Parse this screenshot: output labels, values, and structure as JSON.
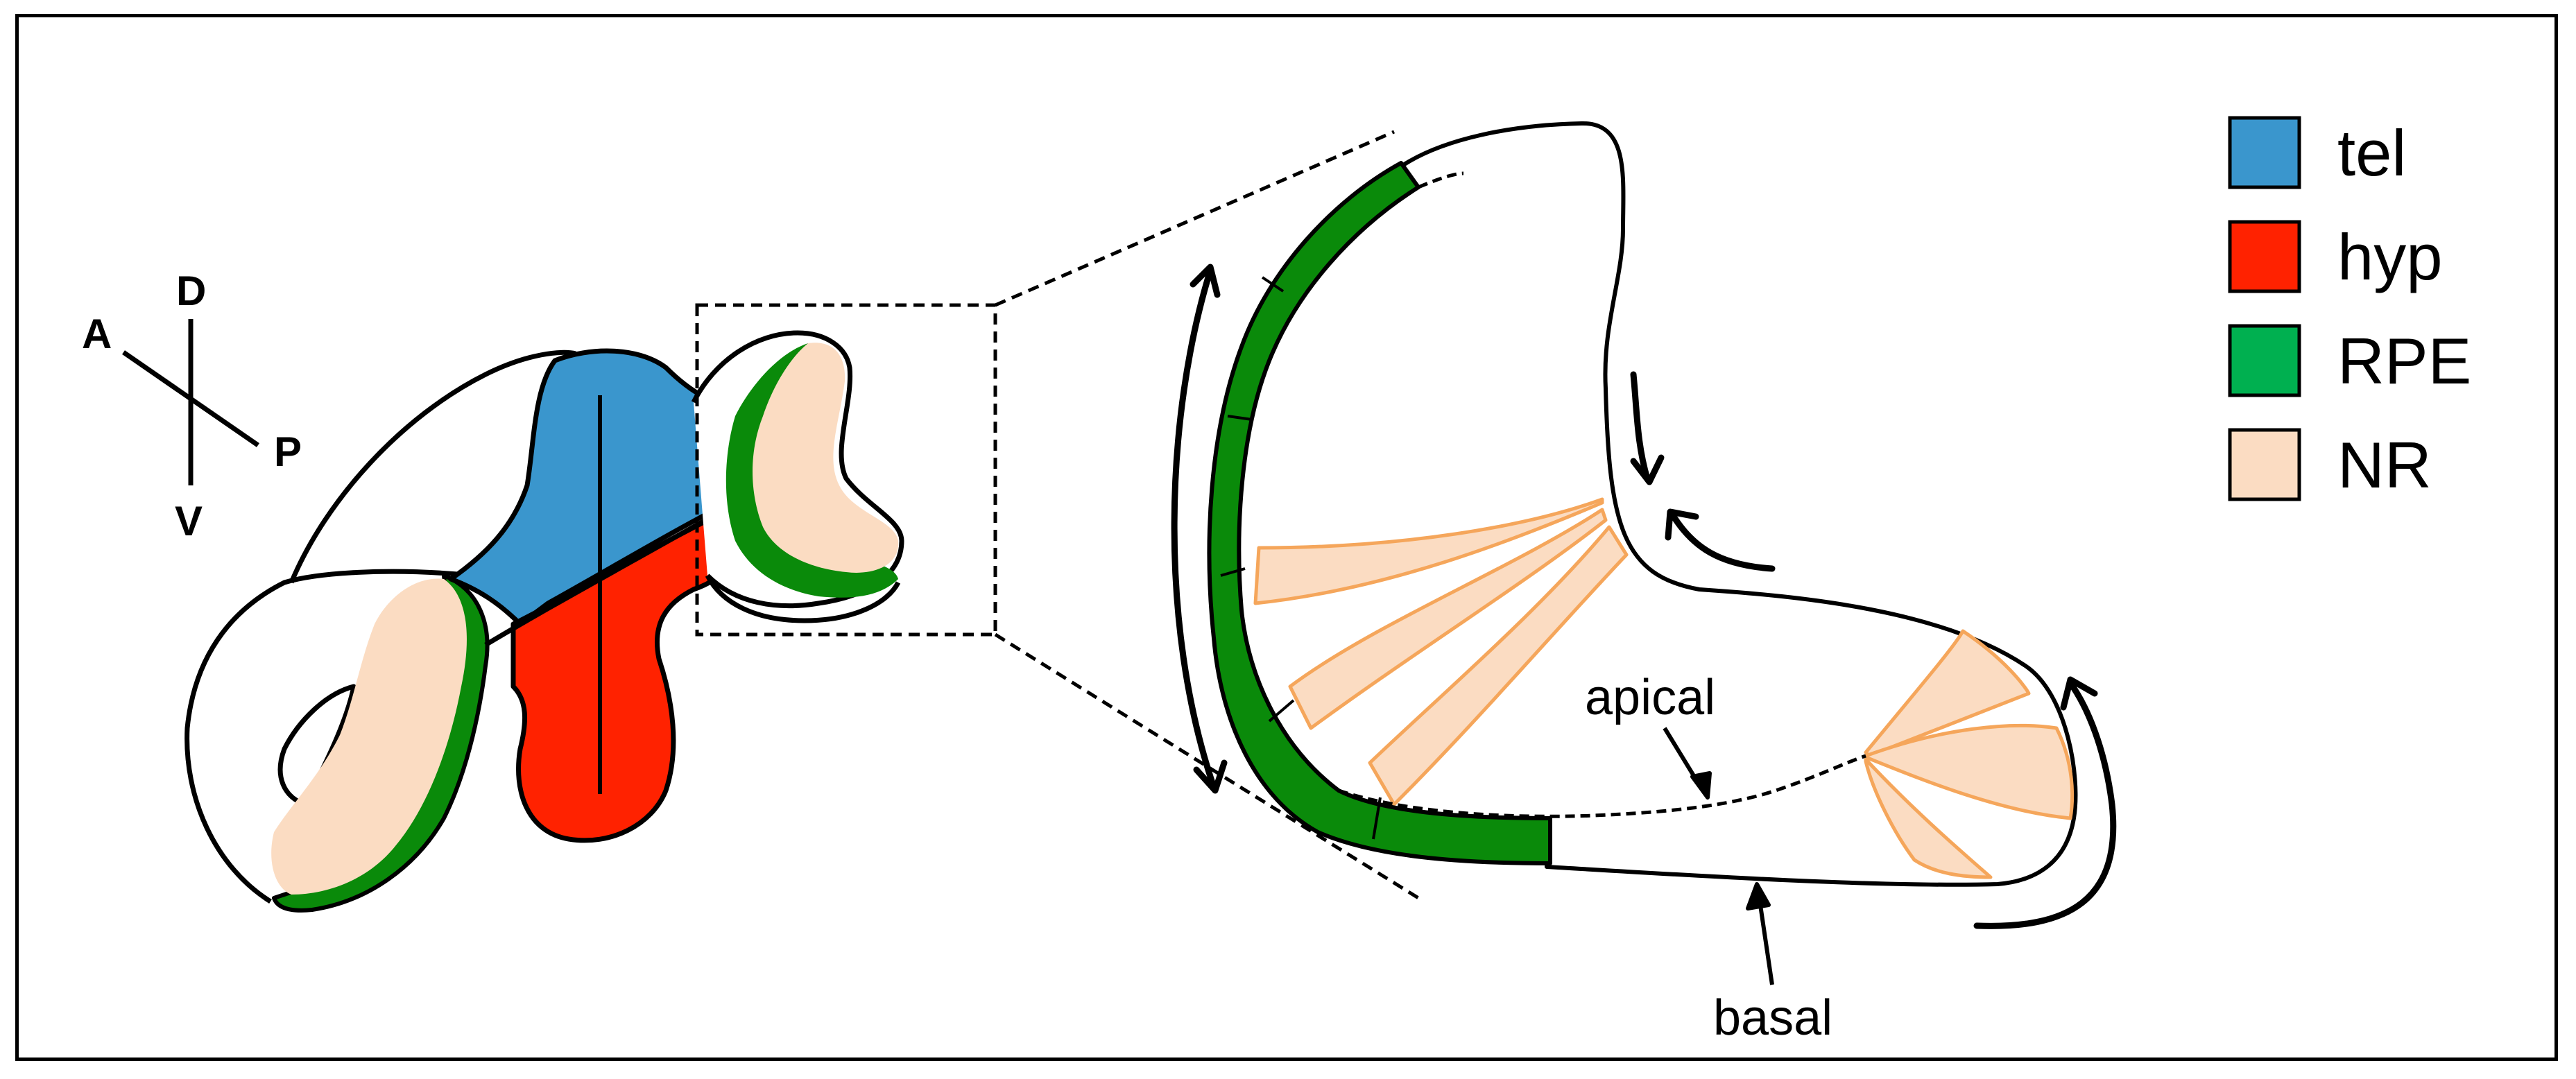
{
  "axes": {
    "A": "A",
    "D": "D",
    "P": "P",
    "V": "V"
  },
  "legend": [
    {
      "label": "tel",
      "color": "#3a96cd"
    },
    {
      "label": "hyp",
      "color": "#ff2200"
    },
    {
      "label": "RPE",
      "color": "#00b050"
    },
    {
      "label": "NR",
      "color": "#fbdcc2"
    }
  ],
  "annotations": {
    "apical": "apical",
    "basal": "basal"
  },
  "colors": {
    "rpe_tissue": "#0a8a0a",
    "nr_fan_stroke": "#f5a65b",
    "outline": "#000000"
  }
}
